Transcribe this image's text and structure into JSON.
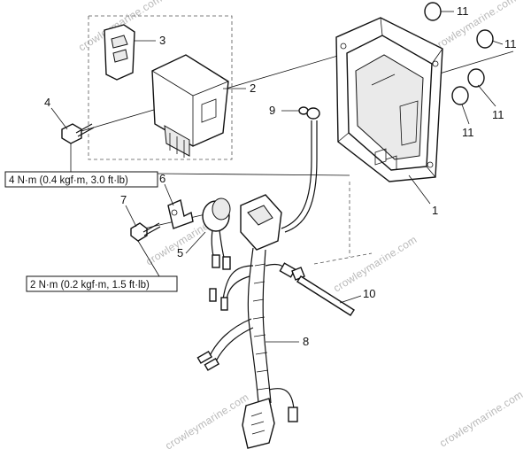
{
  "watermark": "crowleymarine.com",
  "callouts": {
    "c1": "1",
    "c2": "2",
    "c3": "3",
    "c4": "4",
    "c5": "5",
    "c6": "6",
    "c7": "7",
    "c8": "8",
    "c9": "9",
    "c10": "10",
    "c11a": "11",
    "c11b": "11",
    "c11c": "11",
    "c11d": "11"
  },
  "torque_specs": {
    "bolt_4": "4 N·m (0.4 kgf·m, 3.0 ft·lb)",
    "screw_7": "2 N·m (0.2 kgf·m, 1.5 ft·lb)"
  }
}
